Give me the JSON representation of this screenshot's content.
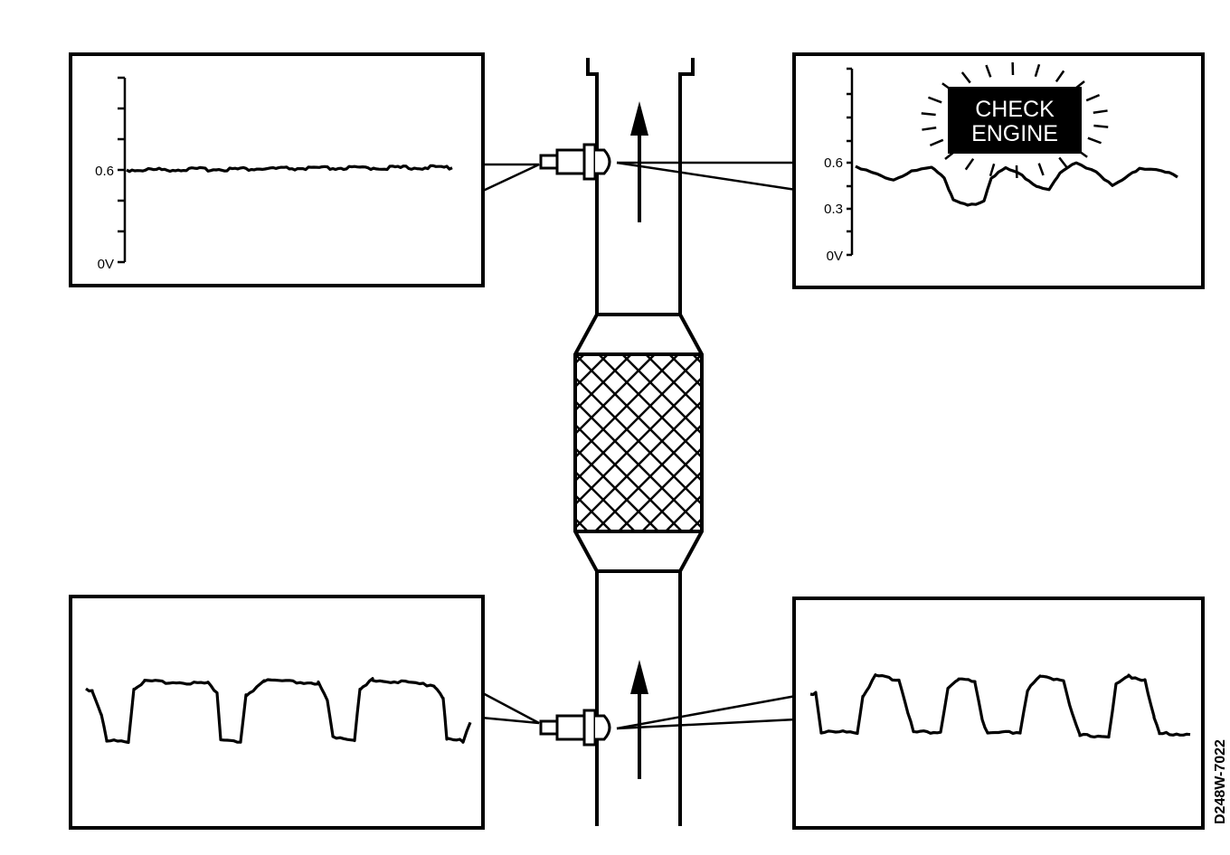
{
  "panels": {
    "upstream_failed": {
      "y_ticks": [
        "0.6",
        "0V"
      ]
    },
    "downstream_failed": {
      "y_ticks": [
        "0.6",
        "0.3",
        "0V"
      ],
      "warning_lamp": [
        "CHECK",
        "ENGINE"
      ]
    },
    "upstream_ok": {},
    "downstream_ok": {}
  },
  "drawing_code": "D248W-7022"
}
